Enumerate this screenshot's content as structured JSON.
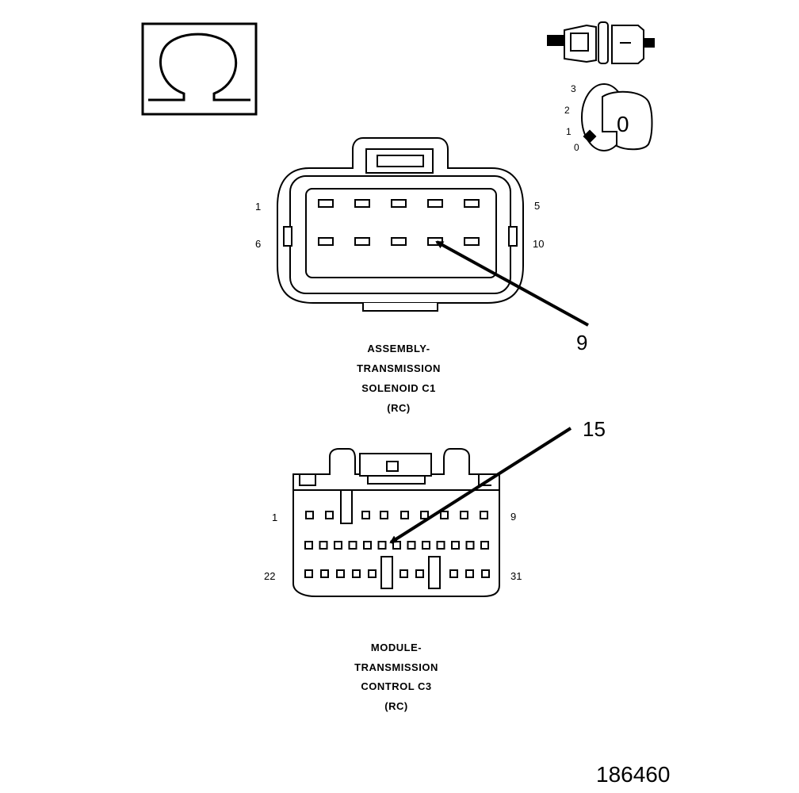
{
  "ohm_symbol": "Ω",
  "key_switch": {
    "positions": [
      "3",
      "2",
      "1",
      "0"
    ],
    "key_label": "0"
  },
  "connector_c1": {
    "pin_labels": {
      "top_left": "1",
      "top_right": "5",
      "bottom_left": "6",
      "bottom_right": "10"
    },
    "callout": "9",
    "title_lines": [
      "ASSEMBLY-",
      "TRANSMISSION",
      "SOLENOID C1",
      "(RC)"
    ]
  },
  "connector_c3": {
    "pin_labels": {
      "top_left": "1",
      "top_right": "9",
      "bottom_left": "22",
      "bottom_right": "31"
    },
    "callout": "15",
    "title_lines": [
      "MODULE-",
      "TRANSMISSION",
      "CONTROL C3",
      "(RC)"
    ]
  },
  "figure_id": "186460"
}
